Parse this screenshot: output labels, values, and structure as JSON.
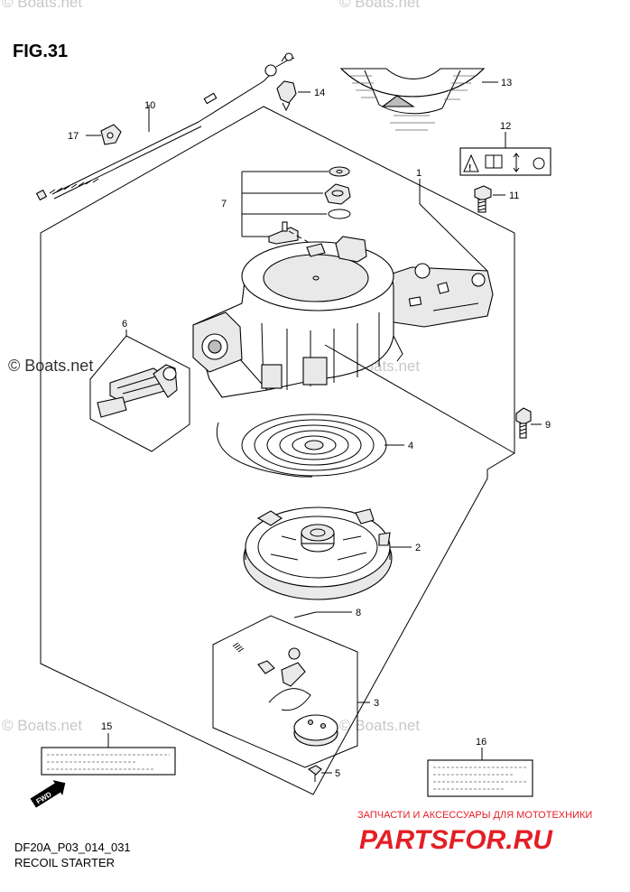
{
  "figure": {
    "title": "FIG.31",
    "code": "DF20A_P03_014_031",
    "name": "RECOIL STARTER"
  },
  "watermarks": {
    "text": "© Boats.net"
  },
  "fwd_label": "FWD",
  "shop_banner": {
    "tagline": "ЗАПЧАСТИ И АКСЕССУАРЫ ДЛЯ МОТОТЕХНИКИ",
    "brand": "PARTSFOR.RU",
    "color": "#e41e26"
  },
  "callouts": [
    "1",
    "2",
    "3",
    "4",
    "5",
    "6",
    "7",
    "8",
    "9",
    "10",
    "11",
    "12",
    "13",
    "14",
    "15",
    "16",
    "17"
  ]
}
